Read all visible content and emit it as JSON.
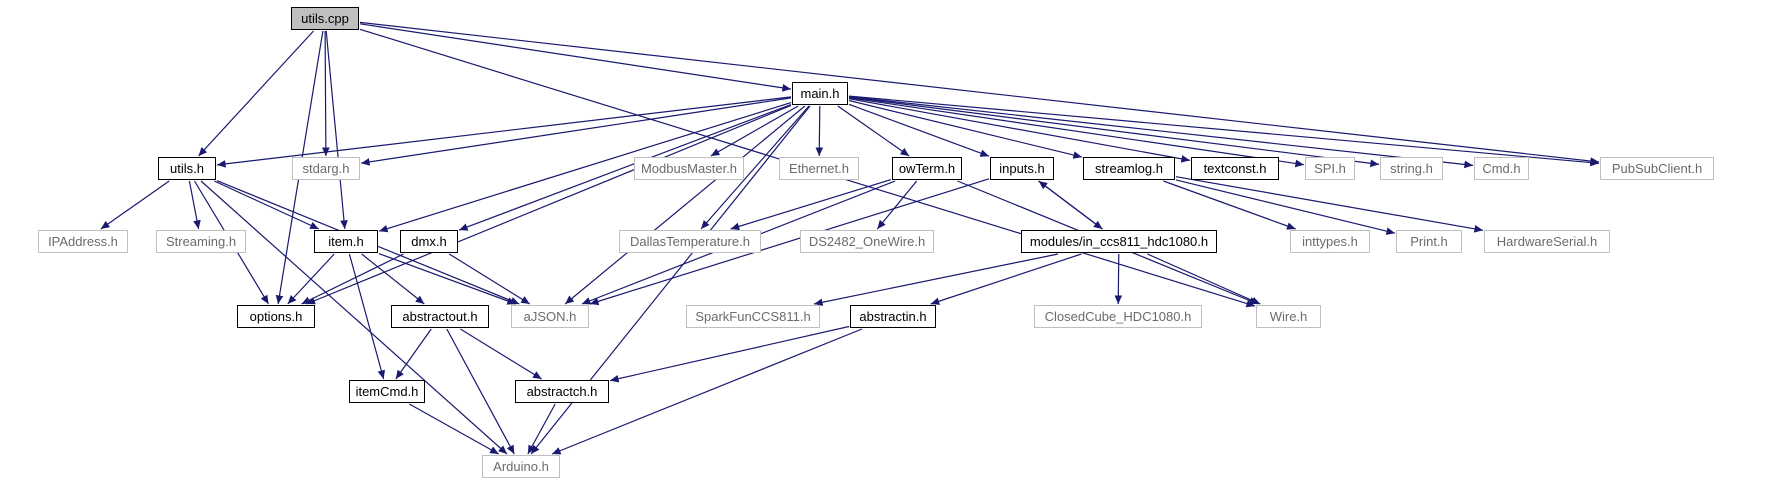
{
  "diagram": {
    "type": "include-dependency-graph",
    "edge_color": "#191970",
    "nodes": {
      "utils_cpp": {
        "label": "utils.cpp",
        "kind": "root"
      },
      "main_h": {
        "label": "main.h",
        "kind": "local"
      },
      "utils_h": {
        "label": "utils.h",
        "kind": "local"
      },
      "stdarg_h": {
        "label": "stdarg.h",
        "kind": "external"
      },
      "modbusmaster_h": {
        "label": "ModbusMaster.h",
        "kind": "external"
      },
      "ethernet_h": {
        "label": "Ethernet.h",
        "kind": "external"
      },
      "owterm_h": {
        "label": "owTerm.h",
        "kind": "local"
      },
      "inputs_h": {
        "label": "inputs.h",
        "kind": "local"
      },
      "streamlog_h": {
        "label": "streamlog.h",
        "kind": "local"
      },
      "textconst_h": {
        "label": "textconst.h",
        "kind": "local"
      },
      "spi_h": {
        "label": "SPI.h",
        "kind": "external"
      },
      "string_h": {
        "label": "string.h",
        "kind": "external"
      },
      "cmd_h": {
        "label": "Cmd.h",
        "kind": "external"
      },
      "pubsubclient_h": {
        "label": "PubSubClient.h",
        "kind": "external"
      },
      "ipaddress_h": {
        "label": "IPAddress.h",
        "kind": "external"
      },
      "streaming_h": {
        "label": "Streaming.h",
        "kind": "external"
      },
      "item_h": {
        "label": "item.h",
        "kind": "local"
      },
      "dmx_h": {
        "label": "dmx.h",
        "kind": "local"
      },
      "dallastemperature_h": {
        "label": "DallasTemperature.h",
        "kind": "external"
      },
      "ds2482_h": {
        "label": "DS2482_OneWire.h",
        "kind": "external"
      },
      "in_ccs811_h": {
        "label": "modules/in_ccs811_hdc1080.h",
        "kind": "local"
      },
      "inttypes_h": {
        "label": "inttypes.h",
        "kind": "external"
      },
      "print_h": {
        "label": "Print.h",
        "kind": "external"
      },
      "hardwareserial_h": {
        "label": "HardwareSerial.h",
        "kind": "external"
      },
      "options_h": {
        "label": "options.h",
        "kind": "local"
      },
      "ajson_h": {
        "label": "aJSON.h",
        "kind": "external"
      },
      "abstractout_h": {
        "label": "abstractout.h",
        "kind": "local"
      },
      "sparkfun_h": {
        "label": "SparkFunCCS811.h",
        "kind": "external"
      },
      "abstractin_h": {
        "label": "abstractin.h",
        "kind": "local"
      },
      "closedcube_h": {
        "label": "ClosedCube_HDC1080.h",
        "kind": "external"
      },
      "wire_h": {
        "label": "Wire.h",
        "kind": "external"
      },
      "itemcmd_h": {
        "label": "itemCmd.h",
        "kind": "local"
      },
      "abstractch_h": {
        "label": "abstractch.h",
        "kind": "local"
      },
      "arduino_h": {
        "label": "Arduino.h",
        "kind": "external"
      }
    },
    "edges": [
      [
        "utils_cpp",
        "main_h"
      ],
      [
        "utils_cpp",
        "utils_h"
      ],
      [
        "utils_cpp",
        "stdarg_h"
      ],
      [
        "utils_cpp",
        "pubsubclient_h"
      ],
      [
        "utils_cpp",
        "item_h"
      ],
      [
        "utils_cpp",
        "options_h"
      ],
      [
        "utils_cpp",
        "wire_h"
      ],
      [
        "main_h",
        "utils_h"
      ],
      [
        "main_h",
        "stdarg_h"
      ],
      [
        "main_h",
        "modbusmaster_h"
      ],
      [
        "main_h",
        "ethernet_h"
      ],
      [
        "main_h",
        "owterm_h"
      ],
      [
        "main_h",
        "inputs_h"
      ],
      [
        "main_h",
        "streamlog_h"
      ],
      [
        "main_h",
        "textconst_h"
      ],
      [
        "main_h",
        "spi_h"
      ],
      [
        "main_h",
        "string_h"
      ],
      [
        "main_h",
        "cmd_h"
      ],
      [
        "main_h",
        "pubsubclient_h"
      ],
      [
        "main_h",
        "item_h"
      ],
      [
        "main_h",
        "dmx_h"
      ],
      [
        "main_h",
        "options_h"
      ],
      [
        "main_h",
        "ajson_h"
      ],
      [
        "main_h",
        "dallastemperature_h"
      ],
      [
        "main_h",
        "arduino_h"
      ],
      [
        "utils_h",
        "ipaddress_h"
      ],
      [
        "utils_h",
        "streaming_h"
      ],
      [
        "utils_h",
        "item_h"
      ],
      [
        "utils_h",
        "ajson_h"
      ],
      [
        "utils_h",
        "options_h"
      ],
      [
        "utils_h",
        "arduino_h"
      ],
      [
        "owterm_h",
        "dallastemperature_h"
      ],
      [
        "owterm_h",
        "ds2482_h"
      ],
      [
        "owterm_h",
        "ajson_h"
      ],
      [
        "owterm_h",
        "wire_h"
      ],
      [
        "inputs_h",
        "in_ccs811_h"
      ],
      [
        "inputs_h",
        "ajson_h"
      ],
      [
        "in_ccs811_h",
        "inputs_h"
      ],
      [
        "in_ccs811_h",
        "sparkfun_h"
      ],
      [
        "in_ccs811_h",
        "closedcube_h"
      ],
      [
        "in_ccs811_h",
        "wire_h"
      ],
      [
        "in_ccs811_h",
        "abstractin_h"
      ],
      [
        "streamlog_h",
        "inttypes_h"
      ],
      [
        "streamlog_h",
        "print_h"
      ],
      [
        "streamlog_h",
        "hardwareserial_h"
      ],
      [
        "item_h",
        "options_h"
      ],
      [
        "item_h",
        "ajson_h"
      ],
      [
        "item_h",
        "abstractout_h"
      ],
      [
        "item_h",
        "itemcmd_h"
      ],
      [
        "dmx_h",
        "options_h"
      ],
      [
        "dmx_h",
        "ajson_h"
      ],
      [
        "abstractout_h",
        "itemcmd_h"
      ],
      [
        "abstractout_h",
        "abstractch_h"
      ],
      [
        "abstractout_h",
        "arduino_h"
      ],
      [
        "abstractin_h",
        "abstractch_h"
      ],
      [
        "abstractin_h",
        "arduino_h"
      ],
      [
        "itemcmd_h",
        "arduino_h"
      ],
      [
        "abstractch_h",
        "arduino_h"
      ]
    ]
  }
}
